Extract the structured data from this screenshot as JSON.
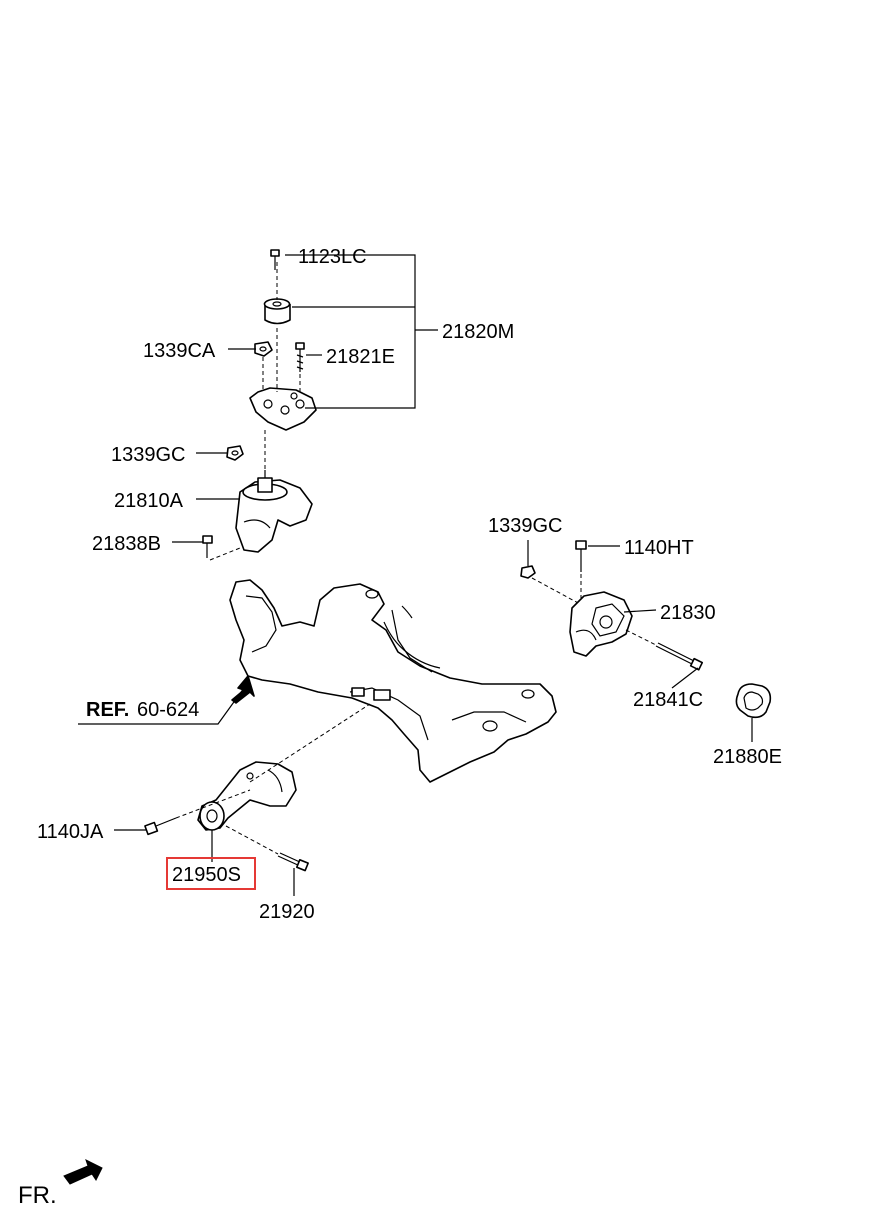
{
  "labels": {
    "l_1123LC": "1123LC",
    "l_21820M": "21820M",
    "l_1339CA": "1339CA",
    "l_21821E": "21821E",
    "l_1339GC_a": "1339GC",
    "l_21810A": "21810A",
    "l_21838B": "21838B",
    "l_1339GC_b": "1339GC",
    "l_1140HT": "1140HT",
    "l_21830": "21830",
    "l_21841C": "21841C",
    "l_21880E": "21880E",
    "l_ref_prefix": "REF.",
    "l_ref_code": "60-624",
    "l_1140JA": "1140JA",
    "l_21950S": "21950S",
    "l_21920": "21920",
    "l_fr": "FR."
  },
  "colors": {
    "line": "#000000",
    "highlight": "#e53935",
    "background": "#ffffff"
  },
  "icons": {
    "front_arrow": "arrow-icon"
  }
}
